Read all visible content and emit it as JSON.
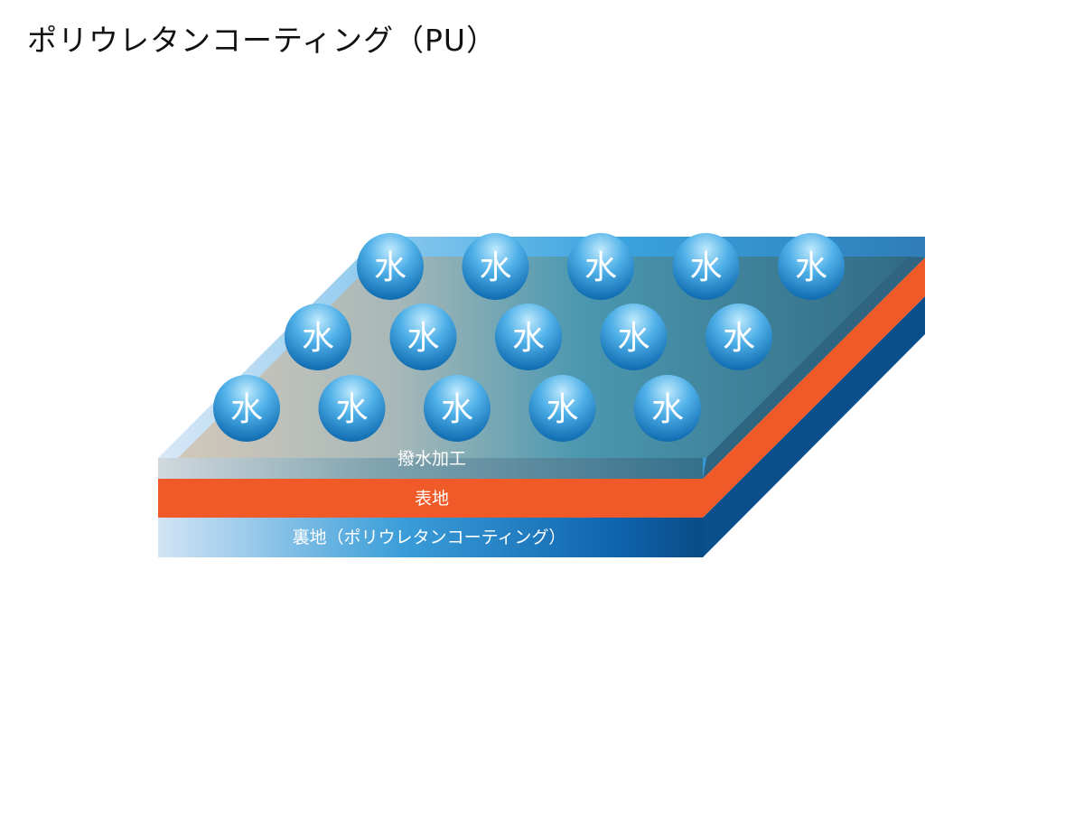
{
  "title": "ポリウレタンコーティング（PU）",
  "layers": {
    "coating_label": "撥水加工",
    "face_fabric_label": "表地",
    "backing_label": "裏地（ポリウレタンコーティング）"
  },
  "drops": {
    "glyph": "水",
    "rows": [
      {
        "count": 5
      },
      {
        "count": 5
      },
      {
        "count": 5
      }
    ]
  },
  "colors": {
    "orange": "#f05a28",
    "blue_dark": "#0c4f8a",
    "blue_mid": "#1c7fc4",
    "blue_light": "#cfe2f4",
    "coating_dark": "#336b84",
    "drop_light": "#8fd6f7",
    "drop_dark": "#0f6bb0"
  }
}
